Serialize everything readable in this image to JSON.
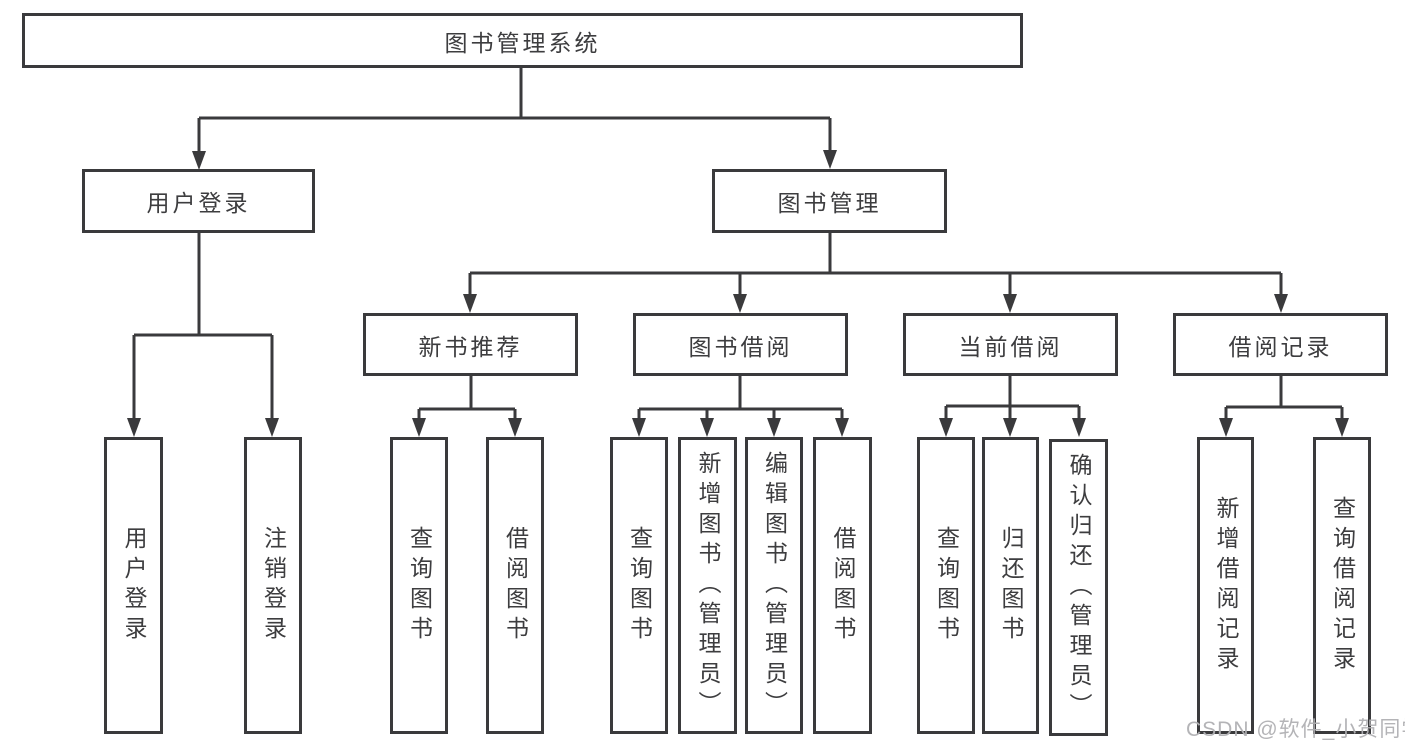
{
  "diagram": {
    "watermark": "CSDN @软件_小贺同学",
    "colors": {
      "background": "#ffffff",
      "line": "#3a3a3c",
      "box_border": "#3a3a3c",
      "box_fill": "#ffffff",
      "text": "#3d3d3f",
      "watermark": "#b0b0b2"
    },
    "tree": {
      "root": {
        "label": "图书管理系统"
      },
      "branches": [
        {
          "label": "用户登录",
          "children": [
            {
              "label": "用户登录"
            },
            {
              "label": "注销登录"
            }
          ]
        },
        {
          "label": "图书管理",
          "children": [
            {
              "label": "新书推荐",
              "children": [
                {
                  "label": "查询图书"
                },
                {
                  "label": "借阅图书"
                }
              ]
            },
            {
              "label": "图书借阅",
              "children": [
                {
                  "label": "查询图书"
                },
                {
                  "label": "新增图书（管理员）"
                },
                {
                  "label": "编辑图书（管理员）"
                },
                {
                  "label": "借阅图书"
                }
              ]
            },
            {
              "label": "当前借阅",
              "children": [
                {
                  "label": "查询图书"
                },
                {
                  "label": "归还图书"
                },
                {
                  "label": "确认归还（管理员）"
                }
              ]
            },
            {
              "label": "借阅记录",
              "children": [
                {
                  "label": "新增借阅记录"
                },
                {
                  "label": "查询借阅记录"
                }
              ]
            }
          ]
        }
      ]
    }
  }
}
